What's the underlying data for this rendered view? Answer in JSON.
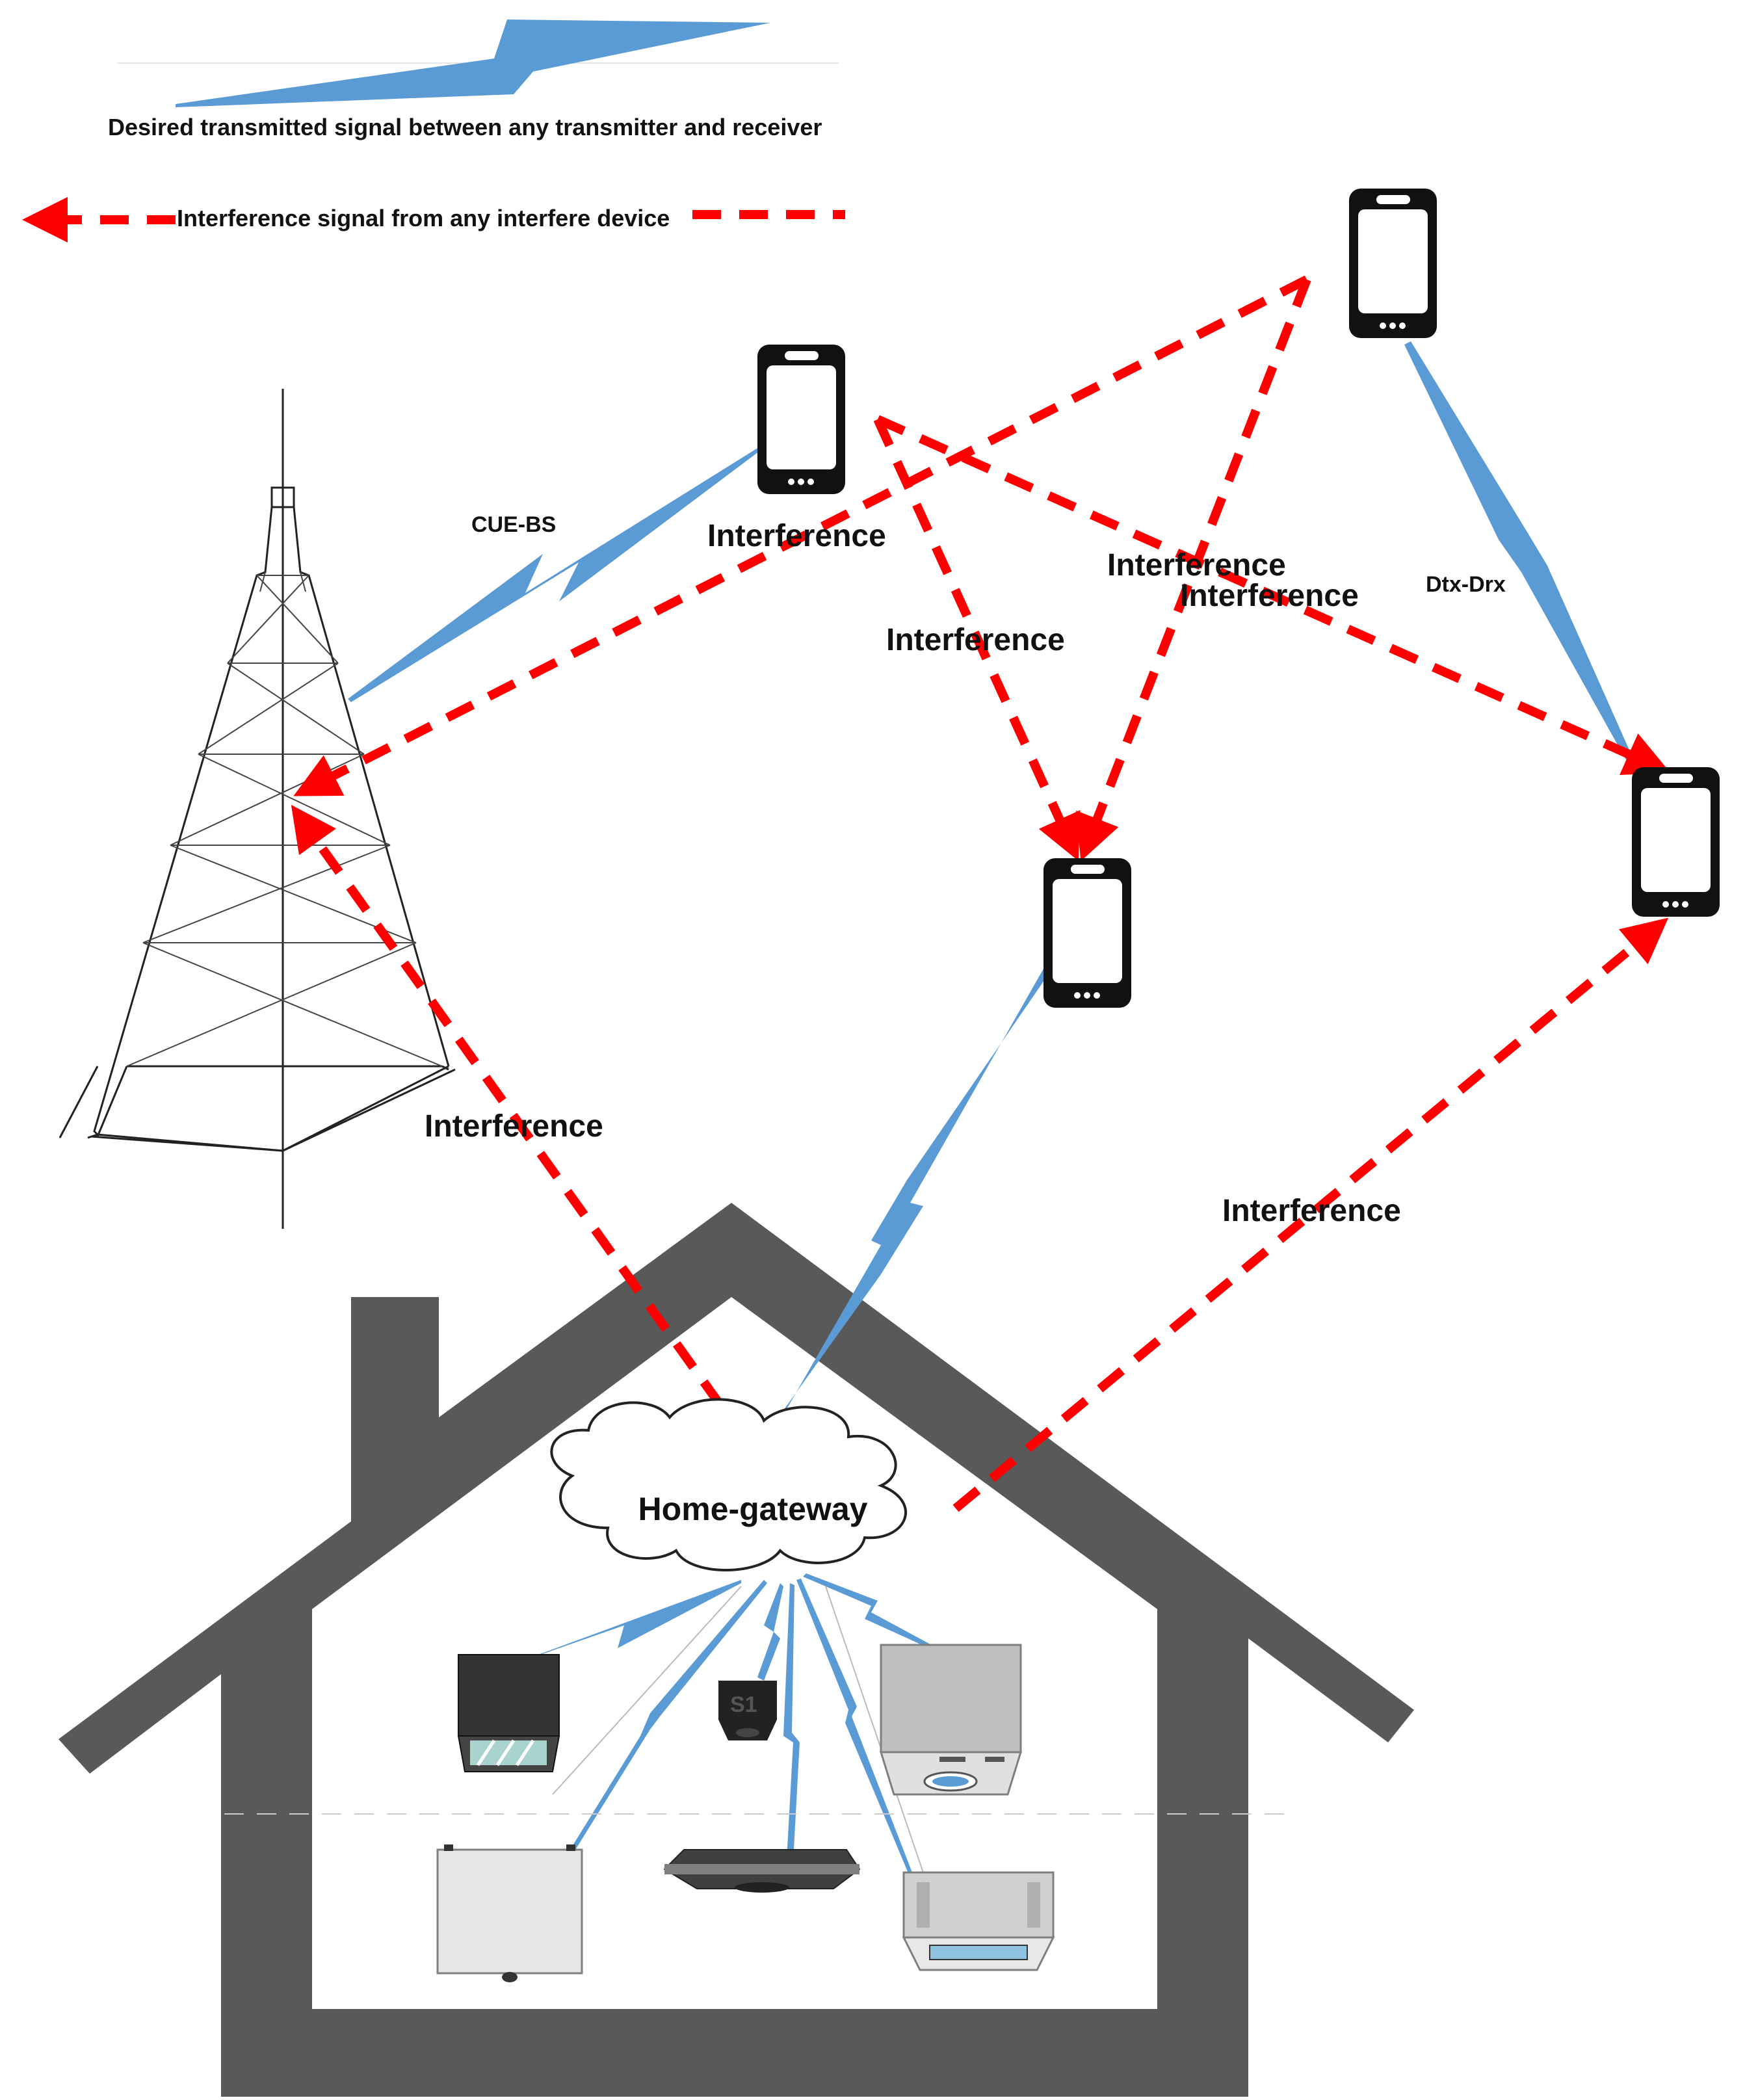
{
  "legend": {
    "desired": "Desired transmitted signal between any transmitter and receiver",
    "interference": "Interference signal from any interfere device"
  },
  "labels": {
    "cue_bs": "CUE-BS",
    "dtx_drx": "Dtx-Drx",
    "home_gateway": "Home-gateway",
    "interference": "Interference"
  },
  "devices": {
    "s1": "S1"
  },
  "colors": {
    "signal": "#5b9bd5",
    "interference": "#ff0000",
    "house": "#595959",
    "tower": "#222222"
  }
}
